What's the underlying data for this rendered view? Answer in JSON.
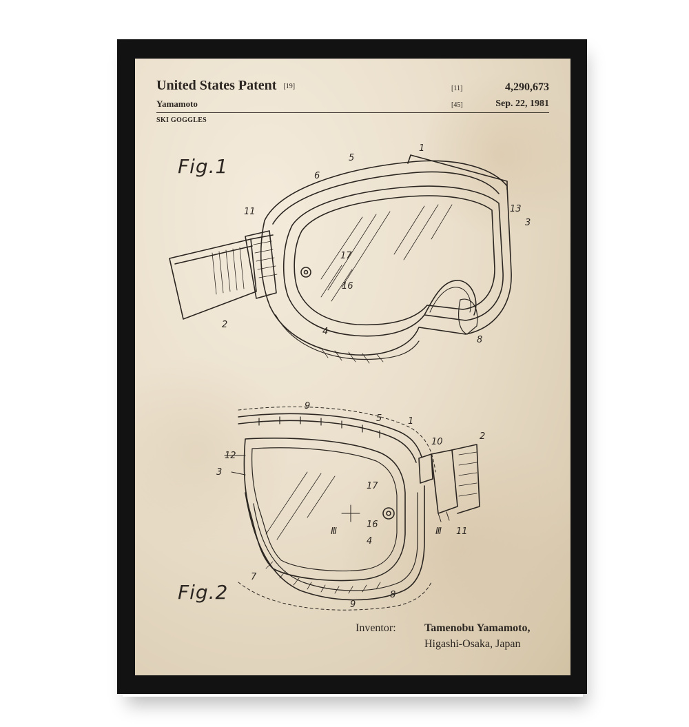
{
  "header": {
    "title": "United States Patent",
    "title_code": "[19]",
    "inventor_surname": "Yamamoto",
    "patent_no_code": "[11]",
    "patent_no": "4,290,673",
    "date_code": "[45]",
    "date": "Sep. 22, 1981",
    "subject": "SKI GOGGLES"
  },
  "figures": {
    "fig1_label": "Fig.1",
    "fig2_label": "Fig.2",
    "fig1_refs": [
      "1",
      "5",
      "6",
      "11",
      "13",
      "3",
      "17",
      "16",
      "2",
      "4",
      "8"
    ],
    "fig2_refs": [
      "9",
      "5",
      "1",
      "10",
      "2",
      "12",
      "3",
      "17",
      "16",
      "4",
      "Ⅲ",
      "Ⅲ",
      "11",
      "7",
      "9",
      "8"
    ]
  },
  "inventor": {
    "label": "Inventor:",
    "name": "Tamenobu Yamamoto,",
    "location": "Higashi-Osaka, Japan"
  },
  "colors": {
    "frame": "#121212",
    "paper": "#eadfcb",
    "ink": "#2b2621"
  }
}
